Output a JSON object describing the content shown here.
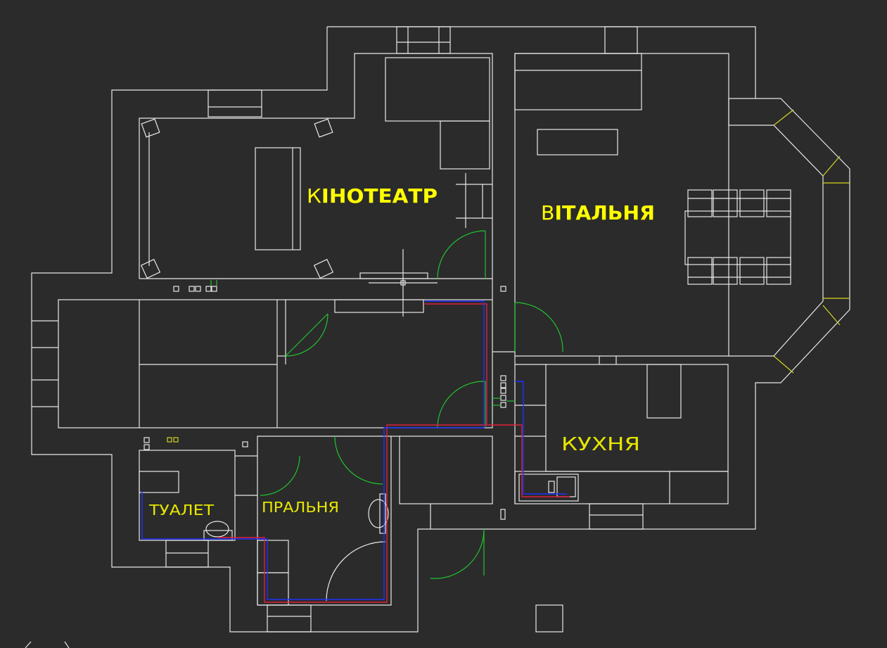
{
  "rooms": {
    "cinema": {
      "prefix": "К",
      "rest": "ІНОТЕАТР"
    },
    "living": {
      "prefix": "В",
      "rest": "ІТАЛЬНЯ"
    },
    "kitchen": {
      "label": "КУХНЯ"
    },
    "toilet": {
      "label": "ТУАЛЕТ"
    },
    "laundry": {
      "label": "ПРАЛЬНЯ"
    }
  },
  "colors": {
    "background": "#2b2b2b",
    "wall": "#e8e8e8",
    "door": "#22c232",
    "label": "#ffff00",
    "pipe_hot": "#e0203a",
    "pipe_cold": "#2030ff"
  }
}
